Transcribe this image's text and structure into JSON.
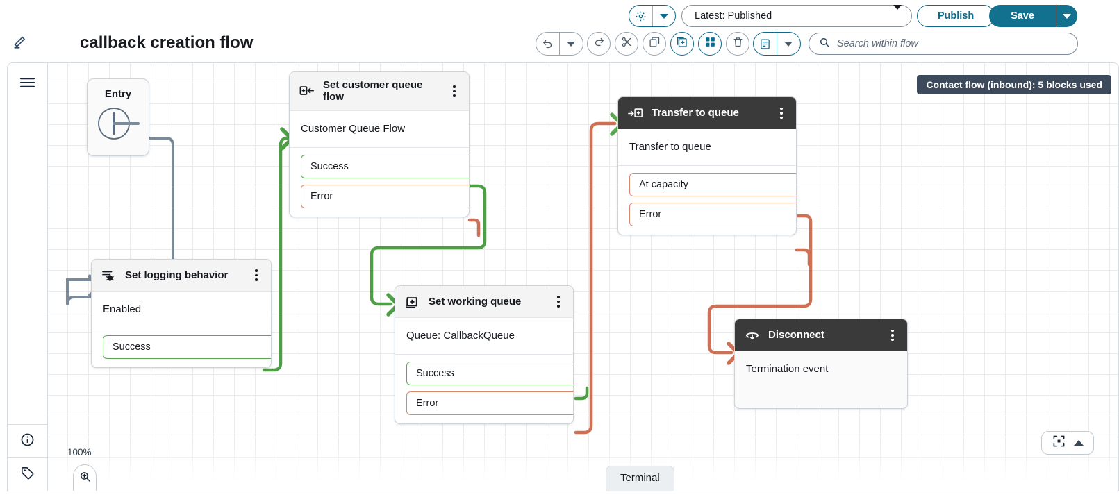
{
  "header": {
    "gear_icon": "gear-icon",
    "version_value": "Latest: Published",
    "publish_label": "Publish",
    "save_label": "Save",
    "flow_title": "callback creation flow",
    "edit_icon": "pencil-icon"
  },
  "toolbar": {
    "items": [
      {
        "name": "undo",
        "icon": "undo-icon",
        "active": false
      },
      {
        "name": "undo-history",
        "icon": "chevron-down-icon",
        "active": false
      },
      {
        "name": "redo",
        "icon": "redo-icon",
        "active": false
      },
      {
        "name": "cut",
        "icon": "scissors-icon",
        "active": false
      },
      {
        "name": "copy",
        "icon": "copy-icon",
        "active": false
      },
      {
        "name": "paste",
        "icon": "paste-icon",
        "active": true
      },
      {
        "name": "arrange",
        "icon": "grid-icon",
        "active": true
      },
      {
        "name": "delete",
        "icon": "trash-icon",
        "active": false
      },
      {
        "name": "notes",
        "icon": "note-icon",
        "active": true
      }
    ],
    "search_placeholder": "Search within flow"
  },
  "rail": {
    "menu_icon": "hamburger-icon",
    "info_icon": "info-icon",
    "tag_icon": "tag-icon"
  },
  "canvas": {
    "blocks_badge": "Contact flow (inbound): 5 blocks used",
    "zoom_level": "100%",
    "zoom_in_icon": "zoom-in-icon",
    "zoom_out_icon": "zoom-out-icon",
    "fit_icon": "fit-to-screen-icon",
    "collapse_icon": "caret-up-icon",
    "terminal_label": "Terminal",
    "entry_label": "Entry"
  },
  "nodes": [
    {
      "id": "set-customer-queue-flow",
      "title": "Set customer queue flow",
      "icon": "set-customer-queue-flow-icon",
      "header_style": "light",
      "body": "Customer Queue Flow",
      "ports": [
        {
          "label": "Success",
          "type": "success"
        },
        {
          "label": "Error",
          "type": "error"
        }
      ]
    },
    {
      "id": "transfer-to-queue",
      "title": "Transfer to queue",
      "icon": "transfer-to-queue-icon",
      "header_style": "dark",
      "body": "Transfer to queue",
      "ports": [
        {
          "label": "At capacity",
          "type": "error"
        },
        {
          "label": "Error",
          "type": "error"
        }
      ]
    },
    {
      "id": "set-logging-behavior",
      "title": "Set logging behavior",
      "icon": "set-logging-behavior-icon",
      "header_style": "light",
      "body": "Enabled",
      "ports": [
        {
          "label": "Success",
          "type": "success"
        }
      ]
    },
    {
      "id": "set-working-queue",
      "title": "Set working queue",
      "icon": "set-working-queue-icon",
      "header_style": "light",
      "body": "Queue: CallbackQueue",
      "ports": [
        {
          "label": "Success",
          "type": "success"
        },
        {
          "label": "Error",
          "type": "error"
        }
      ]
    },
    {
      "id": "disconnect",
      "title": "Disconnect",
      "icon": "disconnect-icon",
      "header_style": "dark",
      "body": "Termination event",
      "ports": []
    }
  ],
  "colors": {
    "accent": "#0d6a8e",
    "save_bg": "#12718f",
    "success_wire": "#4d9e45",
    "error_wire": "#cf7055",
    "entry_wire": "#7b8a99",
    "node_dark_header": "#3a3a3a",
    "badge_bg": "#3c4a5c"
  }
}
